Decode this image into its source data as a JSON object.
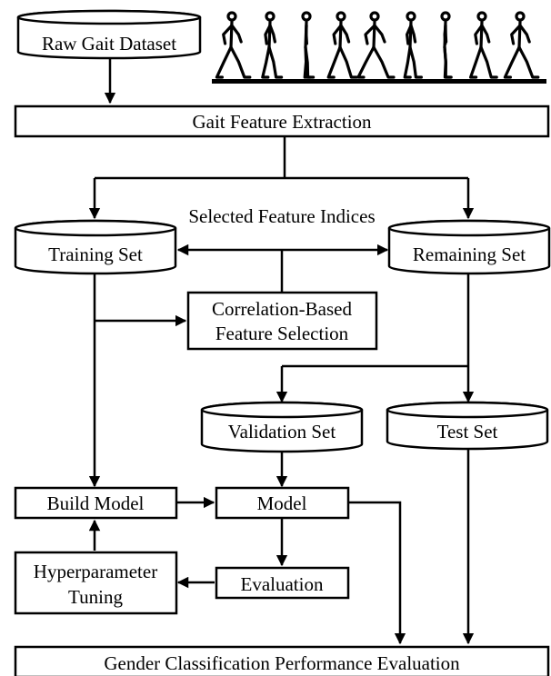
{
  "diagram": {
    "raw_dataset": "Raw Gait Dataset",
    "feature_extraction": "Gait Feature Extraction",
    "selected_indices": "Selected Feature Indices",
    "training_set": "Training Set",
    "remaining_set": "Remaining Set",
    "cfs_line1": "Correlation-Based",
    "cfs_line2": "Feature Selection",
    "validation_set": "Validation Set",
    "test_set": "Test Set",
    "build_model": "Build Model",
    "model": "Model",
    "hyper_line1": "Hyperparameter",
    "hyper_line2": "Tuning",
    "evaluation": "Evaluation",
    "final_eval": "Gender Classification Performance Evaluation"
  },
  "icons": {
    "walking_sequence": "walking-stick-figures-icon"
  },
  "colors": {
    "stroke": "#000000",
    "fill": "#ffffff"
  }
}
